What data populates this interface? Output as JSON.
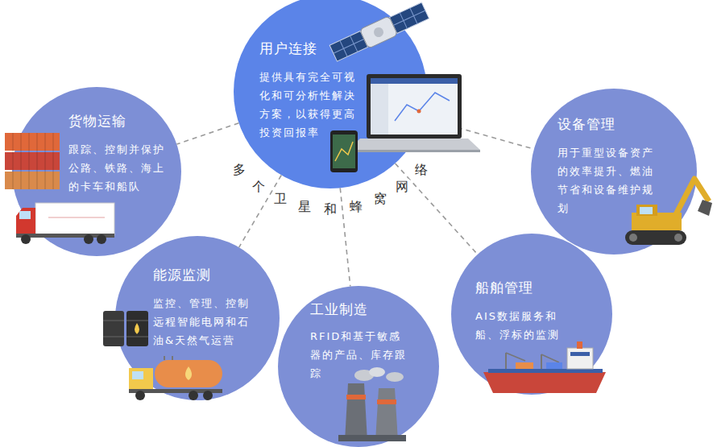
{
  "diagram": {
    "nodes": [
      {
        "text": [
          "用户连接",
          "提供具有完全可视化和可分析性解决方案，以获得更高投资回报率"
        ]
      },
      {
        "text": [
          "货物运输",
          "跟踪、控制并保护公路、铁路、海上的卡车和船队"
        ]
      },
      {
        "text": [
          "设备管理",
          "用于重型设备资产的效率提升、燃油节省和设备维护规划"
        ]
      },
      {
        "text": [
          "能源监测",
          "监控、管理、控制远程智能电网和石油&天然气运营"
        ]
      },
      {
        "text": [
          "工业制造",
          "RFID和基于敏感器的产品、库存跟踪"
        ]
      },
      {
        "text": [
          "船舶管理",
          "AIS数据服务和船、浮标的监测"
        ]
      }
    ],
    "edges": [
      {
        "from": 0,
        "to": 1,
        "arrow": "none"
      },
      {
        "from": 0,
        "to": 2,
        "arrow": "none"
      },
      {
        "from": 0,
        "to": 3,
        "arrow": "none"
      },
      {
        "from": 0,
        "to": 4,
        "arrow": "none"
      },
      {
        "from": 0,
        "to": 5,
        "arrow": "none"
      }
    ],
    "labels": [
      "多个卫星和蜂窝网络"
    ]
  }
}
